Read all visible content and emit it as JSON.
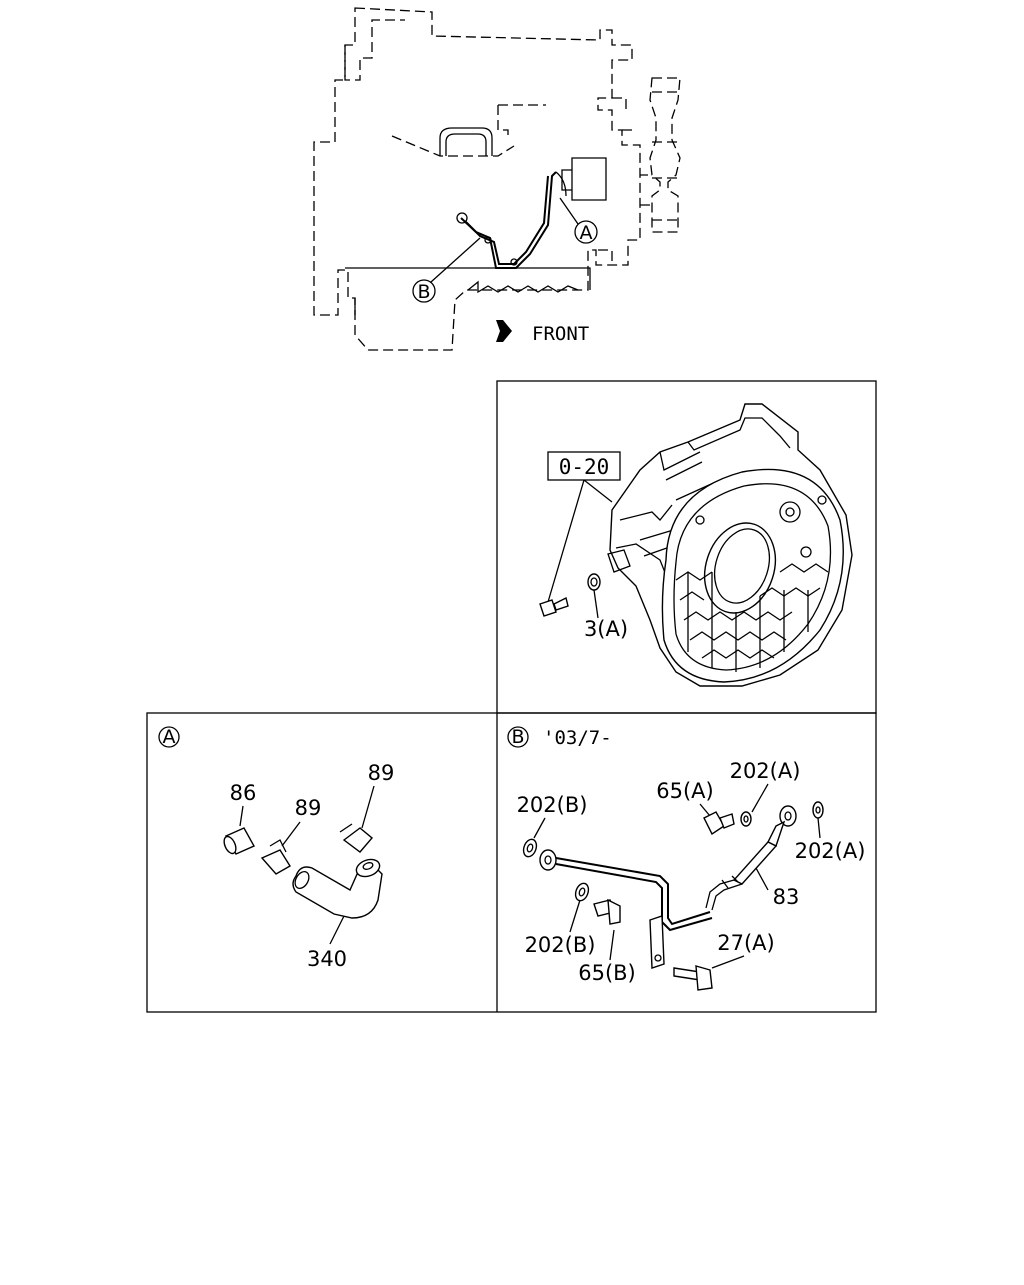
{
  "overview": {
    "callout_a": "A",
    "callout_b": "B",
    "direction_label": "FRONT"
  },
  "housing_panel": {
    "ref_box": "0-20",
    "part_3a": "3(A)"
  },
  "panel_a": {
    "badge": "A",
    "parts": {
      "p86": "86",
      "p89_left": "89",
      "p89_right": "89",
      "p340": "340"
    }
  },
  "panel_b": {
    "badge": "B",
    "date": "'03/7-",
    "parts": {
      "p202b_top": "202(B)",
      "p65a": "65(A)",
      "p202a_top": "202(A)",
      "p202a_right": "202(A)",
      "p83": "83",
      "p202b_bottom": "202(B)",
      "p65b": "65(B)",
      "p27a": "27(A)"
    }
  }
}
